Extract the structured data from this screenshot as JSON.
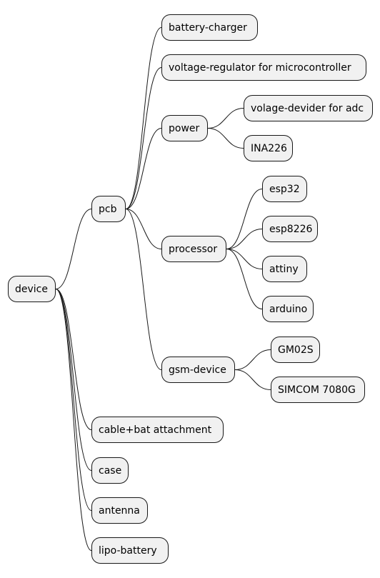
{
  "diagram": {
    "type": "mindmap",
    "root": {
      "id": "device",
      "label": "device",
      "children": [
        {
          "id": "pcb",
          "label": "pcb",
          "children": [
            {
              "id": "battery-charger",
              "label": "battery-charger"
            },
            {
              "id": "voltage-regulator",
              "label": "voltage-regulator for microcontroller"
            },
            {
              "id": "power",
              "label": "power",
              "children": [
                {
                  "id": "volage-devider",
                  "label": "volage-devider for adc"
                },
                {
                  "id": "ina226",
                  "label": "INA226"
                }
              ]
            },
            {
              "id": "processor",
              "label": "processor",
              "children": [
                {
                  "id": "esp32",
                  "label": "esp32"
                },
                {
                  "id": "esp8226",
                  "label": "esp8226"
                },
                {
                  "id": "attiny",
                  "label": "attiny"
                },
                {
                  "id": "arduino",
                  "label": "arduino"
                }
              ]
            },
            {
              "id": "gsm-device",
              "label": "gsm-device",
              "children": [
                {
                  "id": "gm02s",
                  "label": "GM02S"
                },
                {
                  "id": "simcom",
                  "label": "SIMCOM 7080G"
                }
              ]
            }
          ]
        },
        {
          "id": "cable-bat",
          "label": "cable+bat attachment"
        },
        {
          "id": "case",
          "label": "case"
        },
        {
          "id": "antenna",
          "label": "antenna"
        },
        {
          "id": "lipo-battery",
          "label": "lipo-battery"
        }
      ]
    }
  }
}
